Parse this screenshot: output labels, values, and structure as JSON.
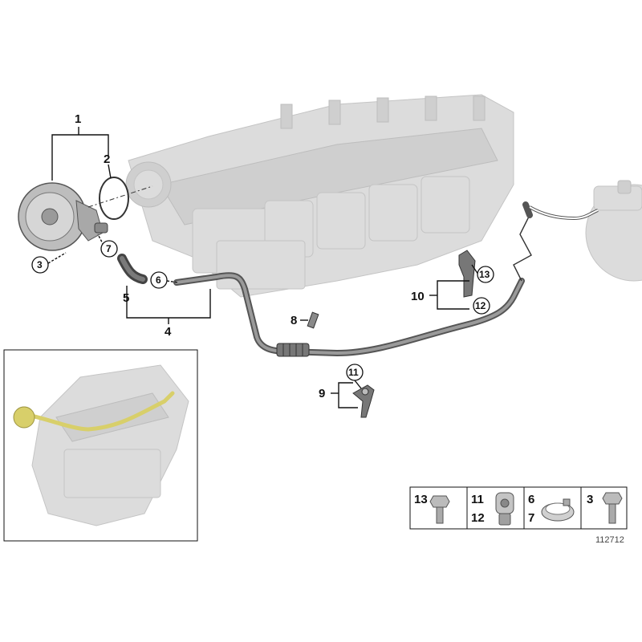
{
  "callouts": {
    "c1": "1",
    "c2": "2",
    "c3": "3",
    "c4": "4",
    "c5": "5",
    "c6": "6",
    "c7": "7",
    "c8": "8",
    "c9": "9",
    "c10": "10",
    "c11": "11",
    "c12": "12",
    "c13": "13"
  },
  "legend": {
    "cells": [
      {
        "labels": [
          "13"
        ],
        "icon": "hex-bolt-icon"
      },
      {
        "labels": [
          "11",
          "12"
        ],
        "icon": "nut-clip-icon"
      },
      {
        "labels": [
          "6",
          "7"
        ],
        "icon": "hose-clamp-icon"
      },
      {
        "labels": [
          "3"
        ],
        "icon": "hex-bolt-icon"
      }
    ]
  },
  "reference_number": "112712",
  "colors": {
    "highlight": "#d8cf6a",
    "engine": "#dcdcdc",
    "hose": "#555555"
  }
}
